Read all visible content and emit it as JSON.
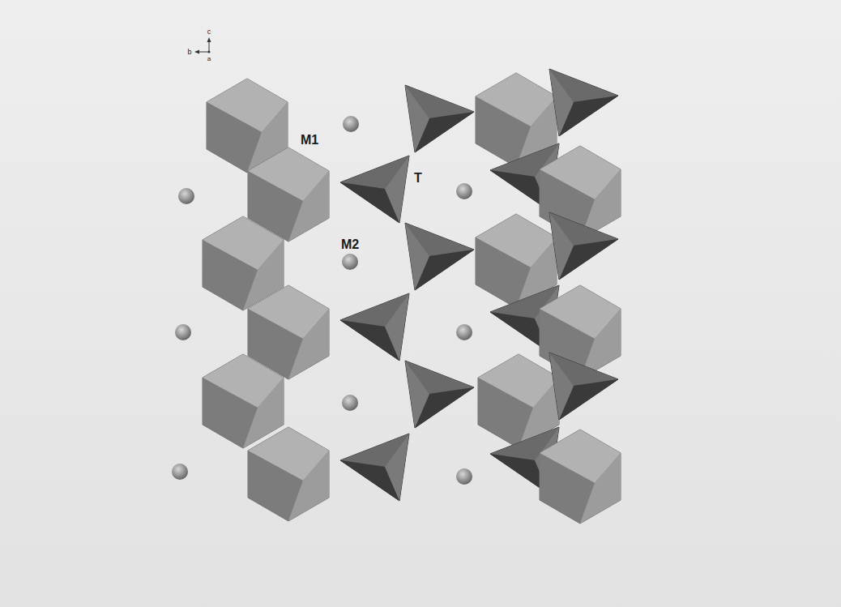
{
  "diagram": {
    "labels": [
      "c",
      "b",
      "a",
      "M1",
      "T",
      "M2"
    ]
  }
}
